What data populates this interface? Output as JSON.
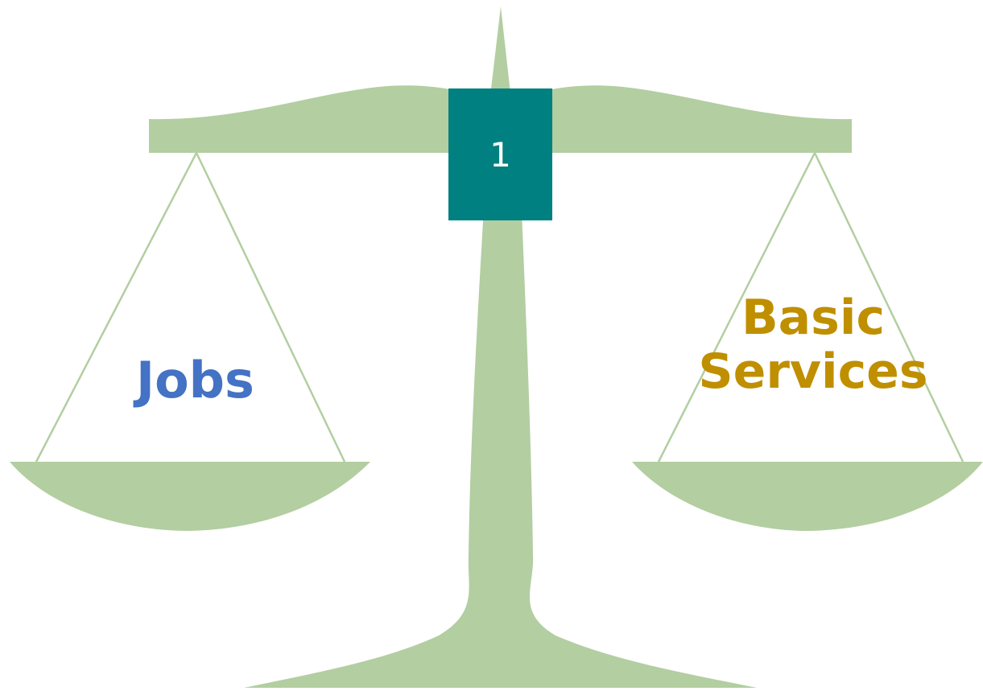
{
  "badge": {
    "number": "1"
  },
  "left_pan": {
    "label": "Jobs",
    "color": "#4472c4"
  },
  "right_pan": {
    "label_line1": "Basic",
    "label_line2": "Services",
    "color": "#bf8f00"
  },
  "colors": {
    "scale": "#b3cea1",
    "badge": "#008080"
  },
  "icons": {
    "main": "balance-scale-icon"
  }
}
